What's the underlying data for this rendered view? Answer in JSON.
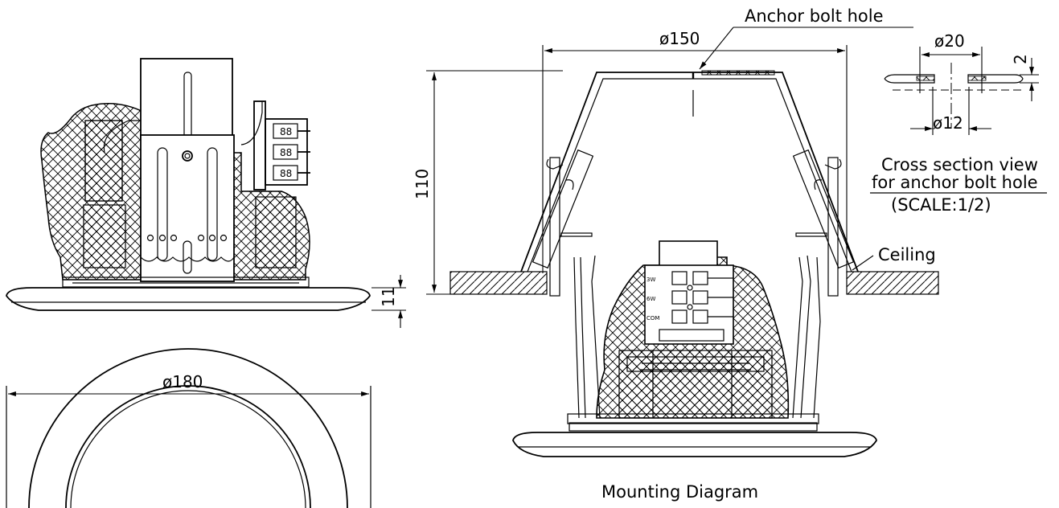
{
  "dimensions": {
    "flange_diameter": "ø180",
    "flange_height": "11",
    "mount_diameter": "ø150",
    "mount_height": "110",
    "hole_outer_diameter": "ø20",
    "hole_inner_diameter": "ø12",
    "hole_depth": "2"
  },
  "labels": {
    "anchor_bolt_hole": "Anchor bolt hole",
    "cross_section_line1": "Cross section view",
    "cross_section_line2": "for anchor bolt hole",
    "scale": "(SCALE:1/2)",
    "ceiling": "Ceiling",
    "caption": "Mounting Diagram"
  },
  "terminal_labels": [
    "3W",
    "6W",
    "COM"
  ]
}
